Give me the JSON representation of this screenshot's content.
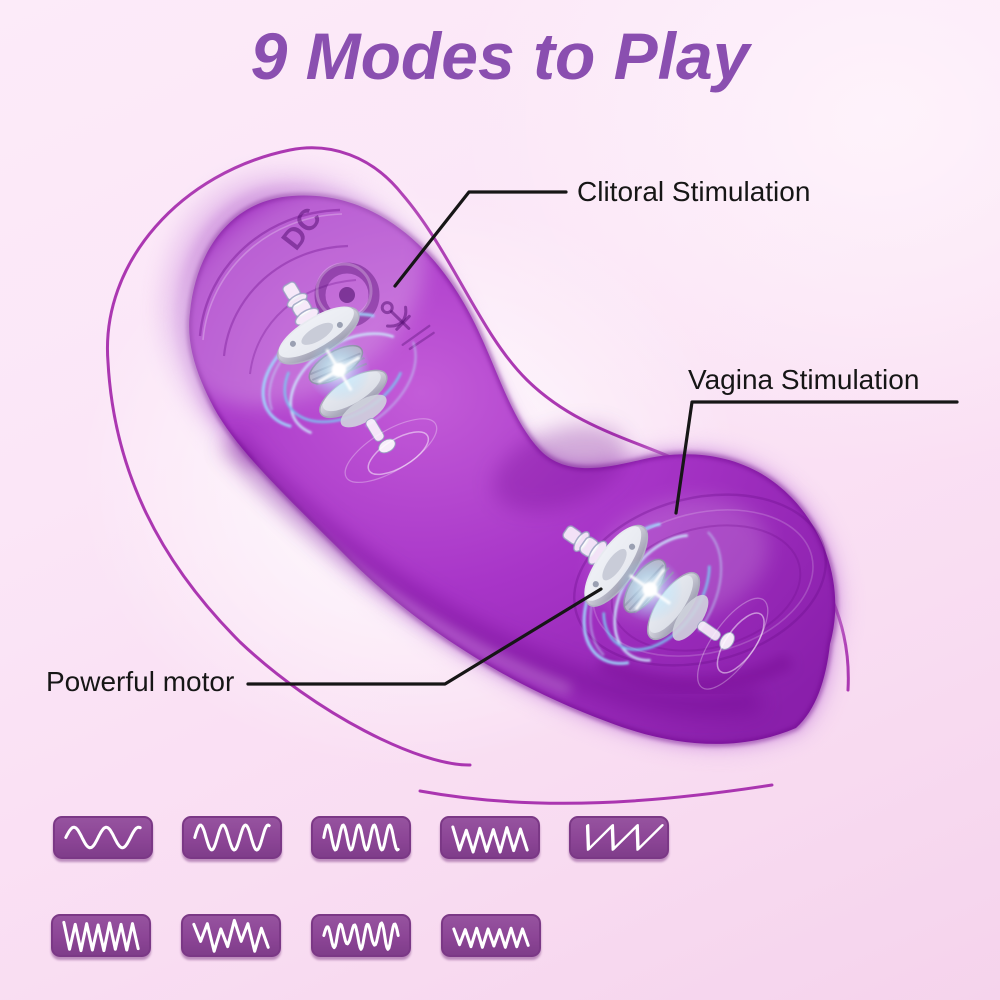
{
  "title": "9 Modes to Play",
  "callouts": [
    {
      "id": "clitoral",
      "label": "Clitoral Stimulation"
    },
    {
      "id": "vagina",
      "label": "Vagina Stimulation"
    },
    {
      "id": "motor",
      "label": "Powerful motor"
    }
  ],
  "device": {
    "description": "purple wearable dual-motor vibrator with exploded motor views",
    "port_label": "DC"
  },
  "modes": {
    "count": 9,
    "rows": [
      5,
      4
    ],
    "items": [
      {
        "name": "gentle-wave",
        "type": "sine",
        "cycles": 2.3,
        "amp": 0.78
      },
      {
        "name": "steady-wave",
        "type": "sine",
        "cycles": 3.3,
        "amp": 0.95
      },
      {
        "name": "quick-wave",
        "type": "sine",
        "cycles": 4.8,
        "amp": 0.95
      },
      {
        "name": "pulse-spikes",
        "type": "zigzag",
        "amps": [
          0.8,
          0.95,
          0.55,
          1.1,
          0.7,
          1.05,
          0.6,
          1.1,
          0.75,
          1.0,
          0.65,
          0.95
        ]
      },
      {
        "name": "ramp-wave",
        "type": "zigzag",
        "amps": [
          0.9,
          0.9,
          0.9,
          0.9,
          0.9,
          0.9,
          0.9
        ],
        "skew": -26
      },
      {
        "name": "intense-zigzag",
        "type": "zigzag",
        "amps": [
          1.0,
          1.05,
          0.85,
          1.15,
          0.9,
          1.1,
          0.8,
          1.15,
          0.95,
          1.05,
          0.85,
          1.1,
          0.9,
          1.0
        ]
      },
      {
        "name": "deep-pulse",
        "type": "zigzag",
        "amps": [
          0.85,
          0.45,
          0.9,
          1.2,
          0.5,
          0.85,
          1.15,
          0.45,
          0.9,
          1.2,
          0.55,
          0.9
        ]
      },
      {
        "name": "surge-wave",
        "type": "sine",
        "cycles": 5.5,
        "amps": [
          0.55,
          1.0,
          0.6,
          1.05,
          0.7,
          1.1,
          0.8
        ]
      },
      {
        "name": "rapid-flutter",
        "type": "zigzag",
        "amps": [
          0.5,
          0.7,
          0.45,
          0.85,
          0.55,
          0.9,
          0.5,
          0.8,
          0.45,
          0.9,
          0.55,
          0.85,
          0.5,
          0.75
        ]
      }
    ]
  },
  "colors": {
    "title": "#8a4fb0",
    "callout_text": "#161616",
    "callout_line": "#161616",
    "device_purple": "#a835c8",
    "device_dark": "#8c23ad",
    "motion_arc": "#9c17a5",
    "mode_tile_fill": "#8c4596",
    "mode_tile_border": "#7b3886",
    "mode_wave": "#ffffff",
    "background_top": "#fcebf9",
    "background_bottom": "#f5d3ec",
    "motor_glow_blue": "#8fd9fb"
  }
}
